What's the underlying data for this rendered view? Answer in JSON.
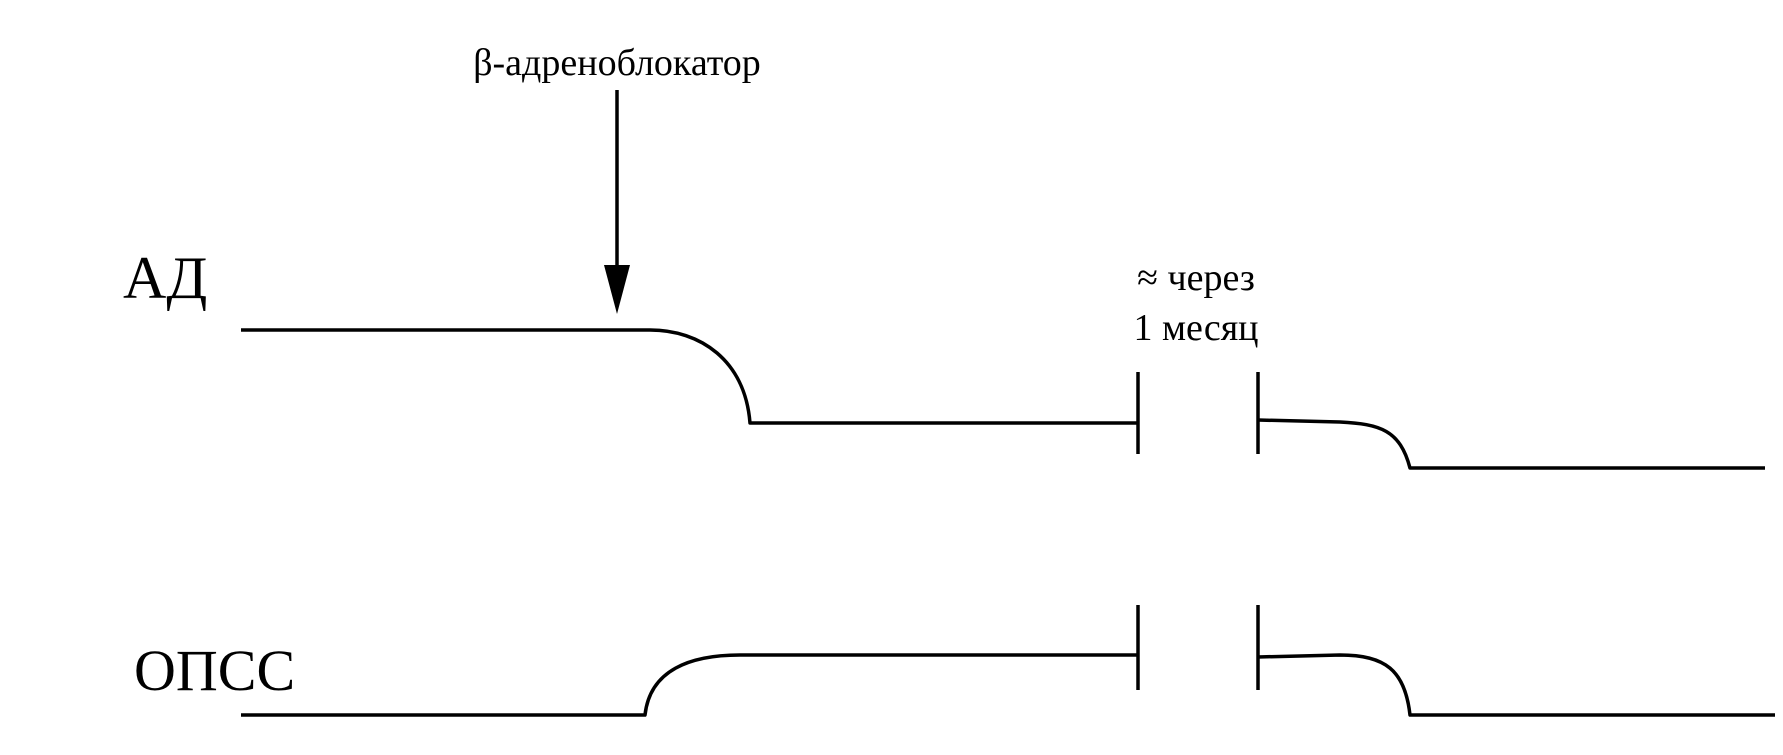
{
  "diagram": {
    "intervention_label": "β-адреноблокатор",
    "time_gap_label_line1": "≈ через",
    "time_gap_label_line2": "1 месяц",
    "traces": [
      {
        "id": "ad",
        "label": "АД"
      },
      {
        "id": "opss",
        "label": "ОПСС"
      }
    ],
    "line_color": "#000000",
    "background_color": "#ffffff"
  }
}
